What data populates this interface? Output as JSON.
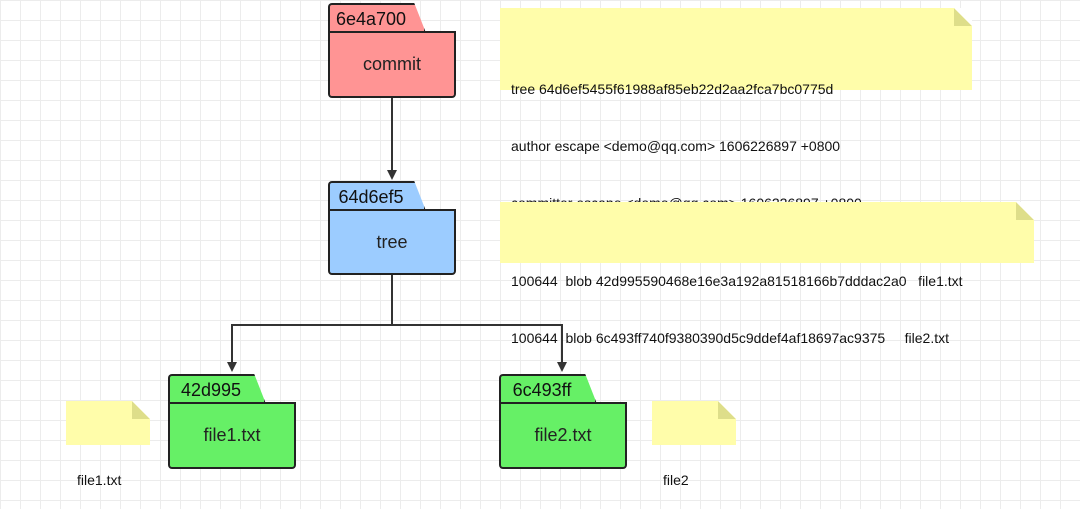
{
  "commit": {
    "hash": "6e4a700",
    "label": "commit",
    "note_lines": [
      "tree 64d6ef5455f61988af85eb22d2aa2fca7bc0775d",
      "author escape <demo@qq.com> 1606226897 +0800",
      "committer escape <demo@qq.com> 1606226897 +0800"
    ]
  },
  "tree": {
    "hash": "64d6ef5",
    "label": "tree",
    "note_lines": [
      "100644  blob 42d995590468e16e3a192a81518166b7dddac2a0   file1.txt",
      "100644  blob 6c493ff740f9380390d5c9ddef4af18697ac9375     file2.txt"
    ]
  },
  "blob1": {
    "hash": "42d995",
    "label": "file1.txt",
    "note": "file1.txt"
  },
  "blob2": {
    "hash": "6c493ff",
    "label": "file2.txt",
    "note": "file2"
  },
  "colors": {
    "commit_fill": "#ff9494",
    "tree_fill": "#9cccff",
    "blob_fill": "#66f066",
    "note_fill": "#fffdaa",
    "note_fold": "#dede8a",
    "line": "#333333"
  }
}
